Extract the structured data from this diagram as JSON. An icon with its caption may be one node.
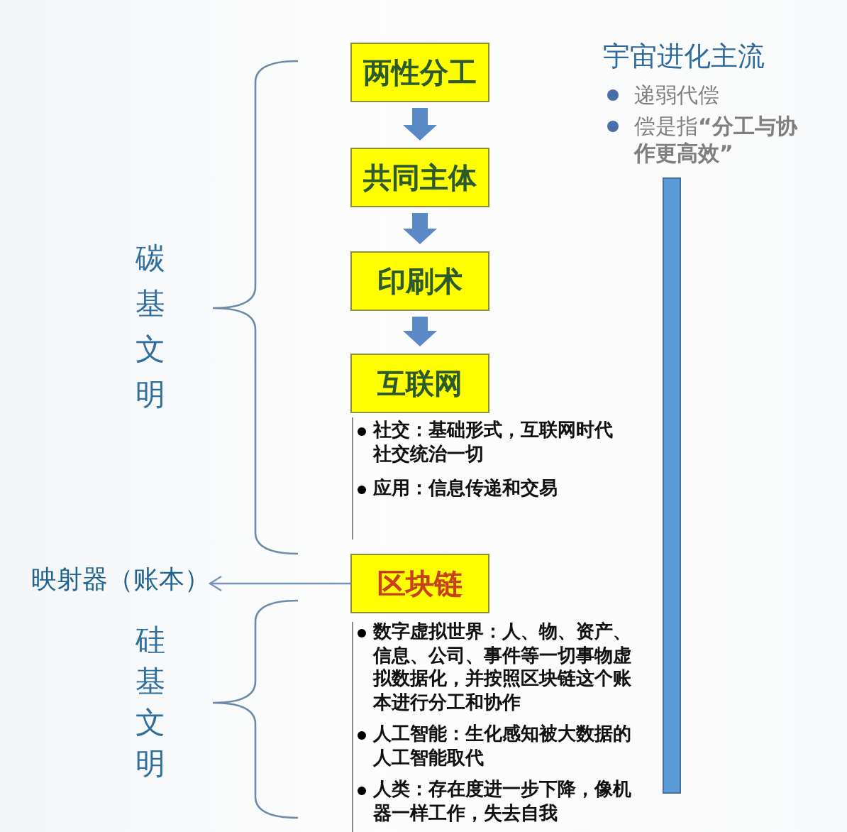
{
  "diagram": {
    "nodes": [
      {
        "text": [
          "两性分工"
        ]
      },
      {
        "text": [
          "共同主体"
        ]
      },
      {
        "text": [
          "印刷术"
        ]
      },
      {
        "text": [
          "互联网"
        ],
        "beside": [
          "社交：基础形式，互联网时代社交统治一切",
          "应用：信息传递和交易"
        ]
      },
      {
        "text": [
          "区块链"
        ],
        "beside": [
          "数字虚拟世界：人、物、资产、信息、公司、事件等一切事物虚拟数据化，**并按照区块链这个账本进行分工和协作**",
          "人工智能：生化感知被大数据的人工智能取代",
          "人类：存在度进一步下降，像机器一样工作，失去自我"
        ]
      },
      {
        "text": [
          "映射器（账本）"
        ]
      },
      {
        "text": [],
        "shape": "bar"
      }
    ],
    "edges": [
      {
        "from": 0,
        "to": 1,
        "arrow": "to"
      },
      {
        "from": 1,
        "to": 2,
        "arrow": "to"
      },
      {
        "from": 2,
        "to": 3,
        "arrow": "to"
      },
      {
        "from": 4,
        "to": 5,
        "arrow": "to",
        "color": "#7a93b4"
      }
    ],
    "labels": [
      "宇宙进化主流",
      "递弱代偿",
      "偿是指**“分工与协作更高效”**",
      "碳基文明",
      "硅基文明"
    ]
  }
}
